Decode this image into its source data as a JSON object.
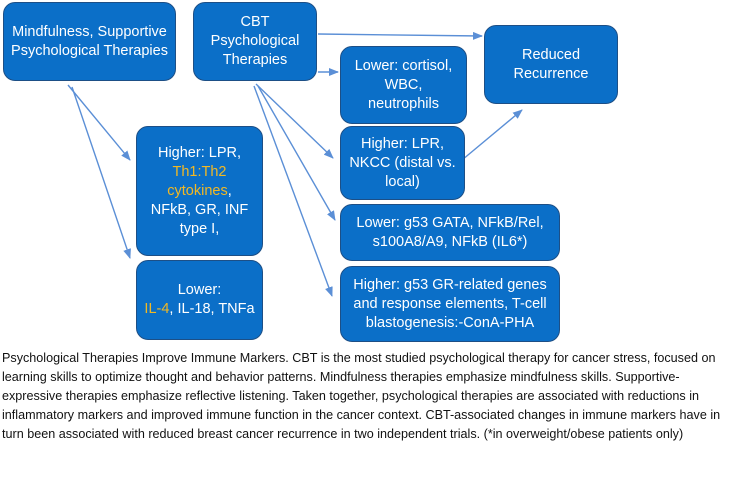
{
  "boxes": {
    "mindfulness": "Mindfulness, Supportive Psychological Therapies",
    "cbt": "CBT Psychological Therapies",
    "reduced": "Reduced Recurrence",
    "lower_cortisol": "Lower: cortisol, WBC, neutrophils",
    "higher_lpr": "Higher: LPR, NKCC (distal vs. local)",
    "higher_th1": {
      "p1": "Higher: LPR, ",
      "highlight": "Th1:Th2 cytokines",
      "p2": ", NFkB, GR, INF type I,"
    },
    "lower_g53": "Lower: g53 GATA, NFkB/Rel, s100A8/A9, NFkB (IL6*)",
    "higher_g53": "Higher: g53 GR-related genes and response elements, T-cell blastogenesis:-ConA-PHA",
    "lower_il4": {
      "p1": "Lower:",
      "highlight": "IL-4",
      "p2": ", IL-18, TNFa"
    }
  },
  "colors": {
    "box_fill": "#0b6fc8",
    "box_border": "#1d4f86",
    "highlight": "#f2b823",
    "arrow": "#5b8fd6"
  },
  "caption": "Psychological Therapies Improve Immune Markers. CBT is the most studied psychological therapy for cancer stress, focused on learning skills to optimize thought and behavior patterns. Mindfulness therapies emphasize mindfulness skills. Supportive-expressive therapies emphasize reflective listening. Taken together, psychological therapies are associated with reductions in inflammatory markers and improved immune function in the cancer context. CBT-associated changes in immune markers have in turn been associated with reduced breast cancer recurrence in two independent trials. (*in overweight/obese patients only)"
}
